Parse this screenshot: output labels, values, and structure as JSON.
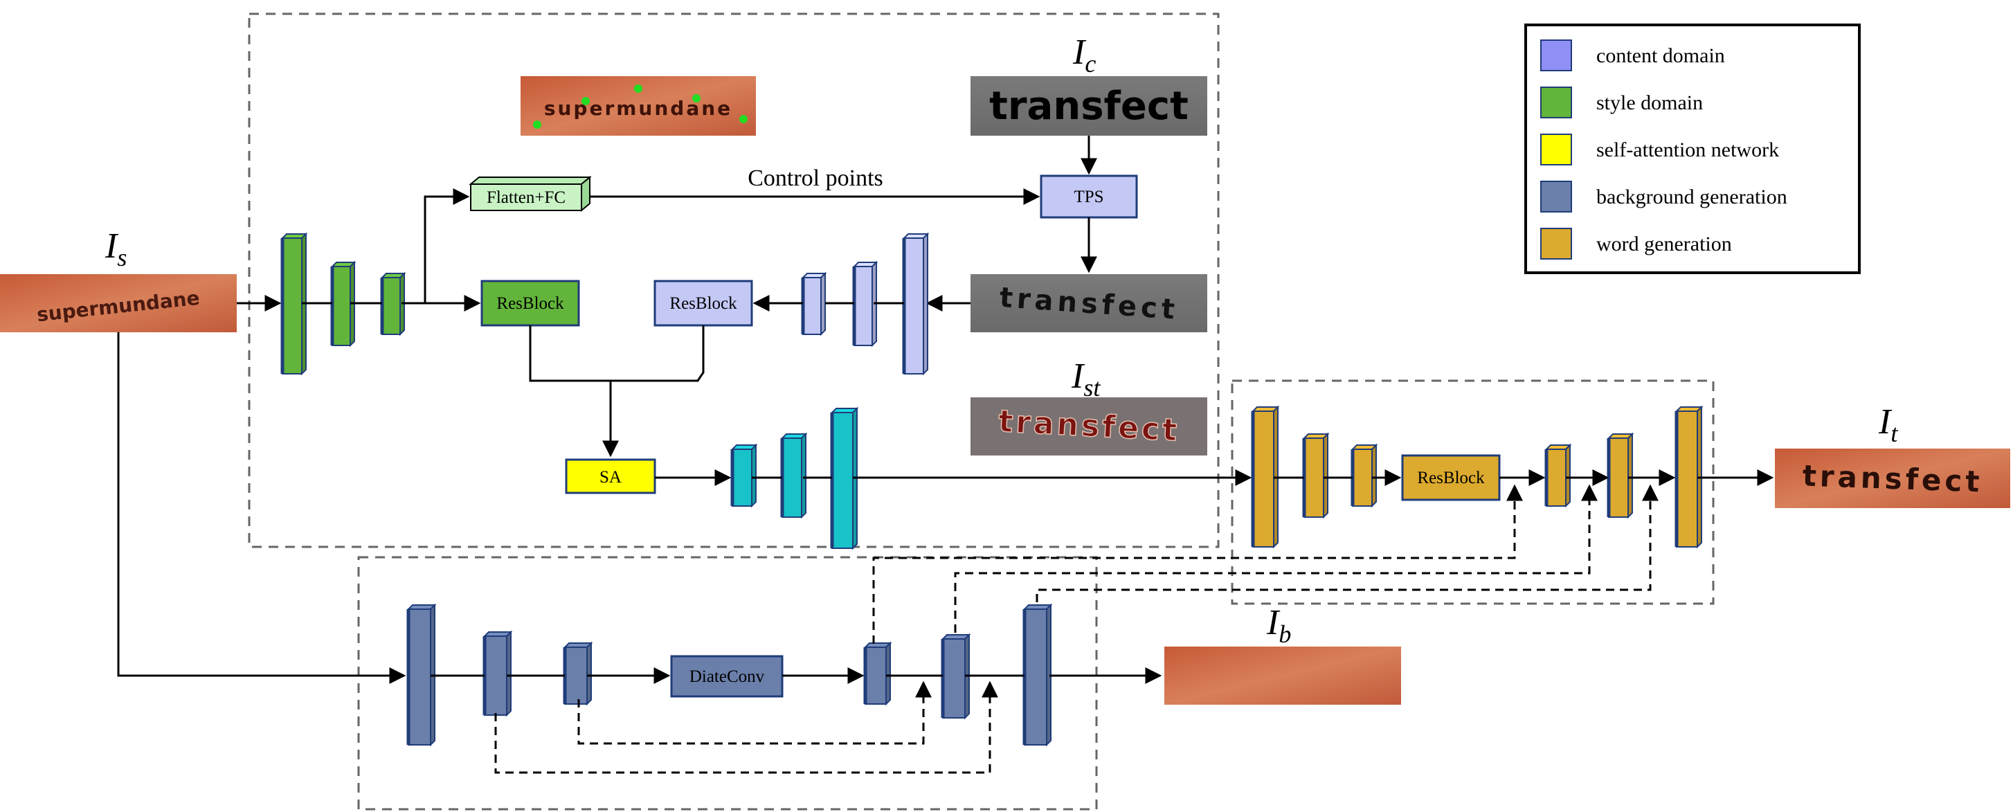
{
  "symbols": {
    "Is": {
      "main": "I",
      "sub": "s"
    },
    "Ic": {
      "main": "I",
      "sub": "c"
    },
    "Ist": {
      "main": "I",
      "sub": "st"
    },
    "It": {
      "main": "I",
      "sub": "t"
    },
    "Ib": {
      "main": "I",
      "sub": "b"
    }
  },
  "images": {
    "source_word": "supermundane",
    "content_word": "transfect",
    "warped_word": "transfect",
    "styled_word": "transfect",
    "output_word": "transfect"
  },
  "labels": {
    "flatten_fc": "Flatten+FC",
    "control_points": "Control points",
    "tps": "TPS",
    "resblock_style": "ResBlock",
    "resblock_content": "ResBlock",
    "sa": "SA",
    "resblock_word": "ResBlock",
    "diate_conv": "DiateConv"
  },
  "legend": [
    {
      "label": "content domain",
      "color": "#8f8ff5"
    },
    {
      "label": "style domain",
      "color": "#62b53a"
    },
    {
      "label": "self-attention network",
      "color": "#ffff00"
    },
    {
      "label": "background generation",
      "color": "#6a7faa"
    },
    {
      "label": "word generation",
      "color": "#dcaa2e"
    }
  ],
  "colors": {
    "style_green": "#62b53a",
    "content_lavender": "#c4c8f5",
    "sa_yellow": "#ffff00",
    "teal": "#18c2c9",
    "background_blue": "#6a7faa",
    "word_gold": "#dcaa2e",
    "brick_bg": "#cf6a44"
  }
}
